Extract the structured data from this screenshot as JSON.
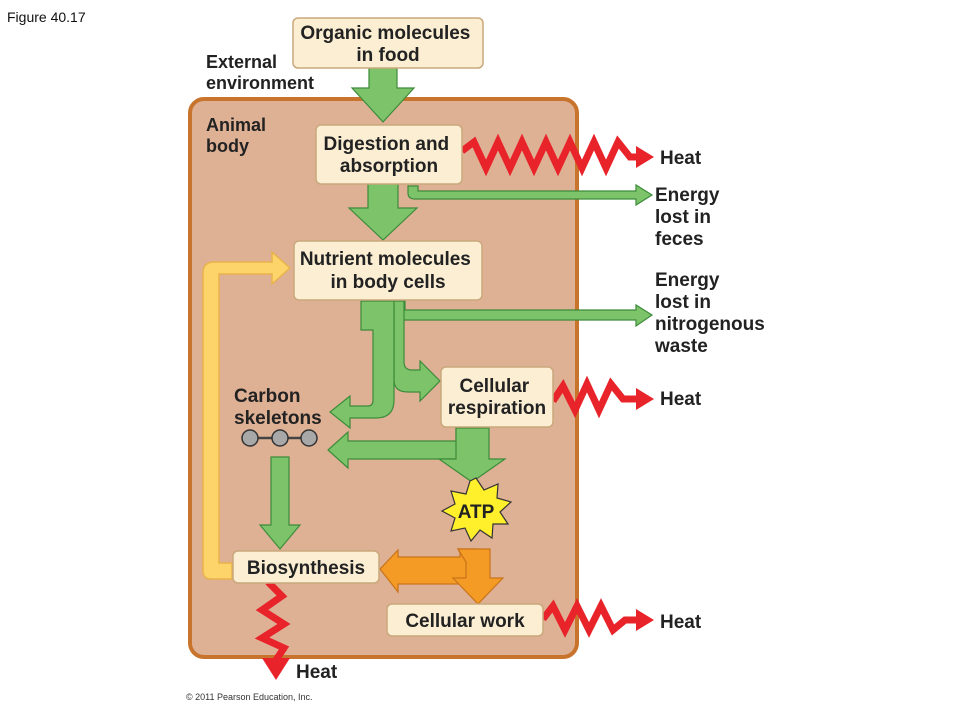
{
  "figure_label": "Figure 40.17",
  "copyright": "© 2011 Pearson Education, Inc.",
  "regions": {
    "external": [
      "External",
      "environment"
    ],
    "animal": [
      "Animal",
      "body"
    ]
  },
  "boxes": {
    "organic": [
      "Organic molecules",
      "in food"
    ],
    "digestion": [
      "Digestion and",
      "absorption"
    ],
    "nutrient": [
      "Nutrient molecules",
      "in body cells"
    ],
    "respiration": [
      "Cellular",
      "respiration"
    ],
    "biosynthesis": [
      "Biosynthesis"
    ],
    "work": [
      "Cellular work"
    ]
  },
  "labels": {
    "carbon": [
      "Carbon",
      "skeletons"
    ],
    "atp": "ATP",
    "heat": "Heat",
    "feces": [
      "Energy",
      "lost in",
      "feces"
    ],
    "nitrogenous": [
      "Energy",
      "lost in",
      "nitrogenous",
      "waste"
    ]
  },
  "colors": {
    "body_fill": "#deb195",
    "body_stroke": "#c8742d",
    "box_fill": "#fbeed3",
    "arrow_green": "#7cc36a",
    "arrow_green_stroke": "#3d8b3a",
    "arrow_yellow": "#fdd46a",
    "arrow_yellow_stroke": "#e8b24d",
    "arrow_orange": "#f39b24",
    "heat_red": "#e8232a",
    "atp_yellow": "#fff02b"
  }
}
